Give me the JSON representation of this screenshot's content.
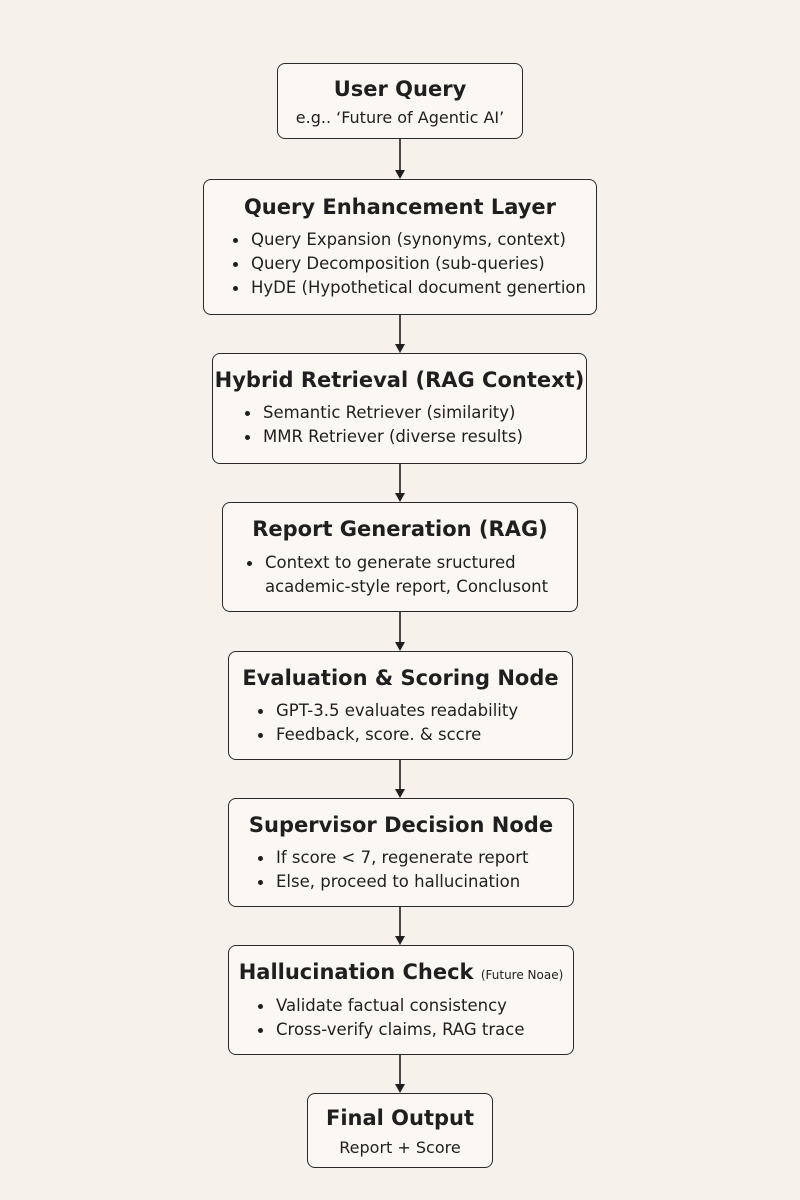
{
  "nodes": {
    "user_query": {
      "title": "User Query",
      "subtitle": "e.g.. ‘Future of Agentic AI’"
    },
    "query_enhancement": {
      "title": "Query Enhancement Layer",
      "items": [
        "Query Expansion (synonyms, context)",
        "Query Decomposition (sub-queries)",
        "HyDE (Hypothetical document genertion"
      ]
    },
    "hybrid_retrieval": {
      "title": "Hybrid Retrieval (RAG Context)",
      "items": [
        "Semantic Retriever (similarity)",
        "MMR Retriever (diverse results)"
      ]
    },
    "report_generation": {
      "title": "Report Generation (RAG)",
      "item_line1": "Context to generate sructured",
      "item_line2": "academic-style report, Conclusont"
    },
    "evaluation_scoring": {
      "title": "Evaluation & Scoring Node",
      "items": [
        "GPT-3.5 evaluates readability",
        "Feedback, score. & sccre"
      ]
    },
    "supervisor_decision": {
      "title": "Supervisor Decision Node",
      "items": [
        "If score < 7, regenerate report",
        "Else, proceed to hallucination"
      ]
    },
    "hallucination_check": {
      "title": "Hallucination Check",
      "title_note": "(Future Noae)",
      "items": [
        "Validate factual consistency",
        "Cross-verify claims, RAG trace"
      ]
    },
    "final_output": {
      "title": "Final Output",
      "subtitle": "Report + Score"
    }
  }
}
